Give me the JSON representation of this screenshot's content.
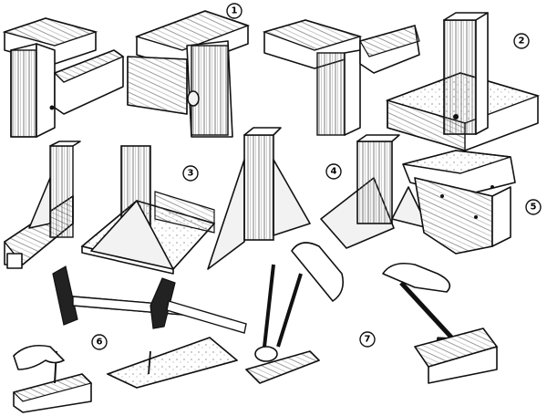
{
  "figures": [
    {
      "id": "fig-1",
      "label": "1"
    },
    {
      "id": "fig-2",
      "label": "2"
    },
    {
      "id": "fig-3",
      "label": "3"
    },
    {
      "id": "fig-4",
      "label": "4"
    },
    {
      "id": "fig-5",
      "label": "5"
    },
    {
      "id": "fig-6",
      "label": "6"
    },
    {
      "id": "fig-7",
      "label": "7"
    }
  ],
  "icons": [
    "lap-joint",
    "tee-joint",
    "corner-brace",
    "triangular-gusset",
    "shelf-bracket",
    "hammer",
    "pincers",
    "claw-hammer",
    "nail",
    "hand",
    "board"
  ]
}
